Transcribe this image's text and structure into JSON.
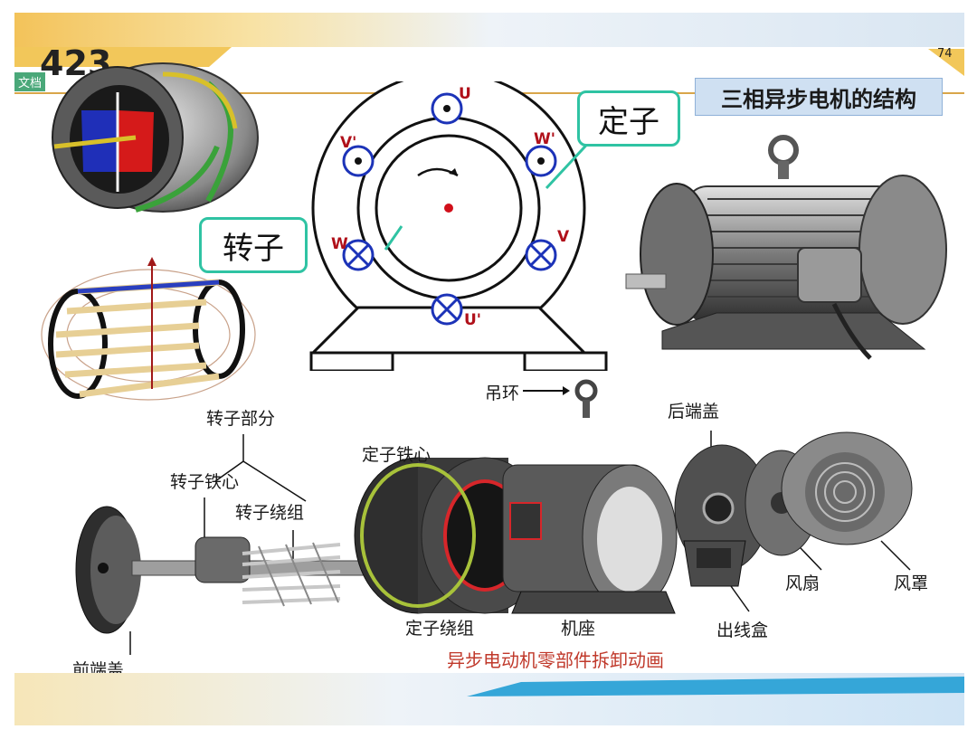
{
  "header": {
    "page_number": "423",
    "doc_tag": "文档",
    "slide_number": "74",
    "title": "三相异步电机的结构"
  },
  "diagram": {
    "stator_label": "定子",
    "rotor_label": "转子",
    "coils": [
      "U",
      "V'",
      "W'",
      "W",
      "V",
      "U'"
    ]
  },
  "parts": {
    "lifting_ring": "吊环",
    "rear_end_cover": "后端盖",
    "rotor_part": "转子部分",
    "rotor_core": "转子铁心",
    "rotor_winding": "转子绕组",
    "stator_core": "定子铁心",
    "stator_winding": "定子绕组",
    "frame": "机座",
    "fan": "风扇",
    "fan_cover": "风罩",
    "terminal_box": "出线盒",
    "front_end_cover": "前端盖"
  },
  "caption": "异步电动机零部件拆卸动画",
  "colors": {
    "accent": "#2fc3a3",
    "coil": "#1c33b8",
    "caption": "#c0392b",
    "title_bg": "#cfe0f2"
  }
}
